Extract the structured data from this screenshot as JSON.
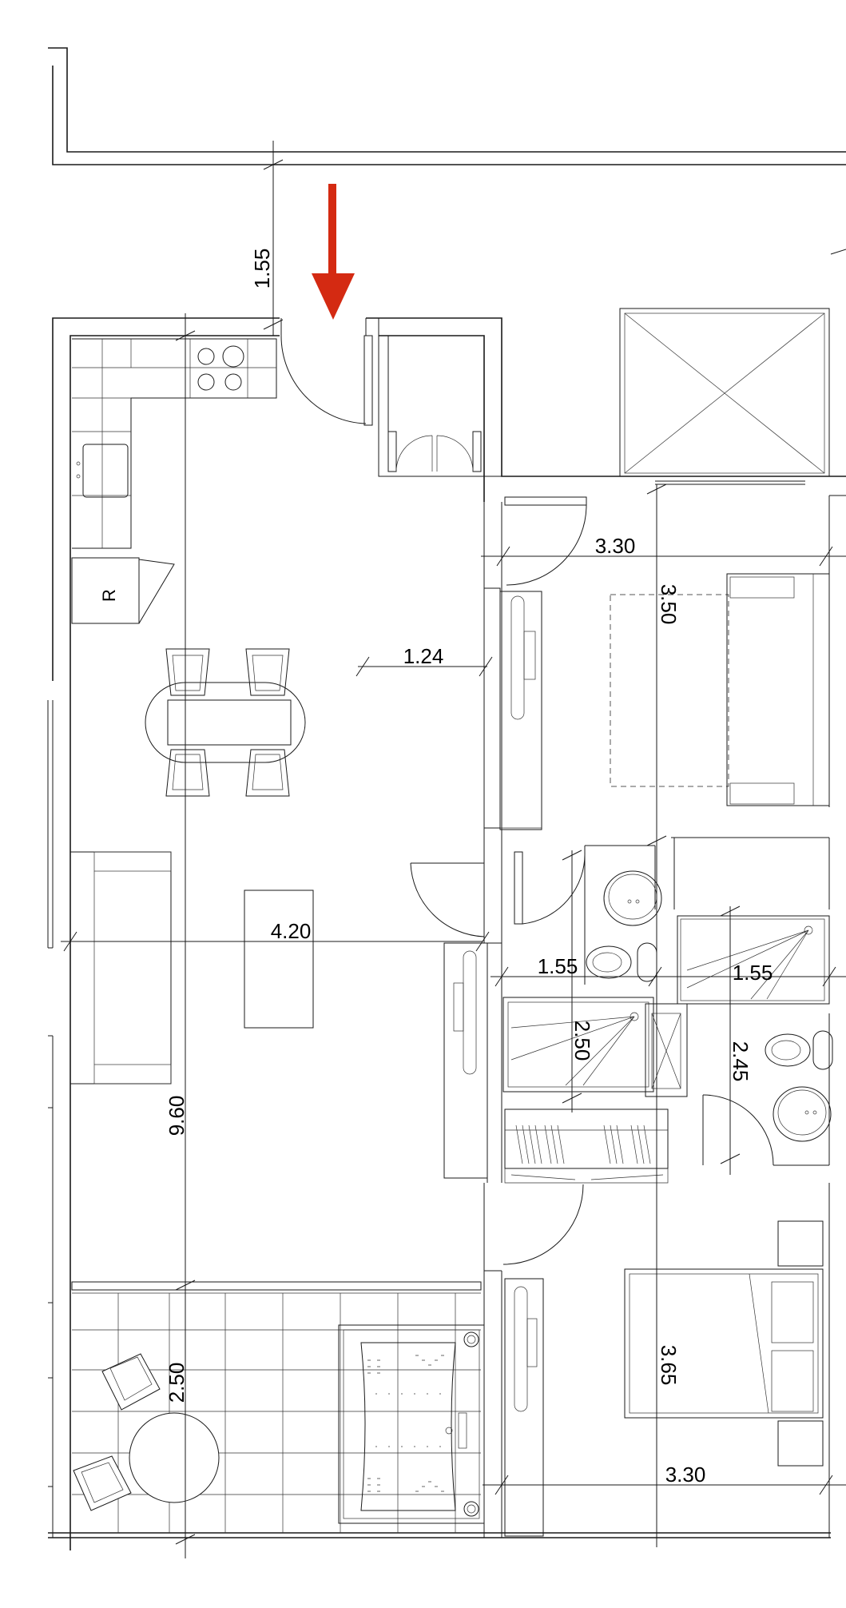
{
  "colors": {
    "line": "#1a1a1a",
    "arrow": "#d42a12",
    "background": "#ffffff"
  },
  "icons": {
    "entry_arrow": "arrow-down-icon"
  },
  "dimensions": {
    "entrance": "1.55",
    "bedroom1_width": "3.30",
    "bedroom1_depth": "3.50",
    "hall_width": "1.24",
    "living_width": "4.20",
    "bath1_width": "1.55",
    "bath2_width": "1.55",
    "bath1_depth": "2.50",
    "bath2_depth": "2.45",
    "overall_length": "9.60",
    "terrace_depth": "2.50",
    "bedroom2_depth": "3.65",
    "bedroom2_width": "3.30"
  },
  "labels": {
    "refrigerator": "R"
  }
}
